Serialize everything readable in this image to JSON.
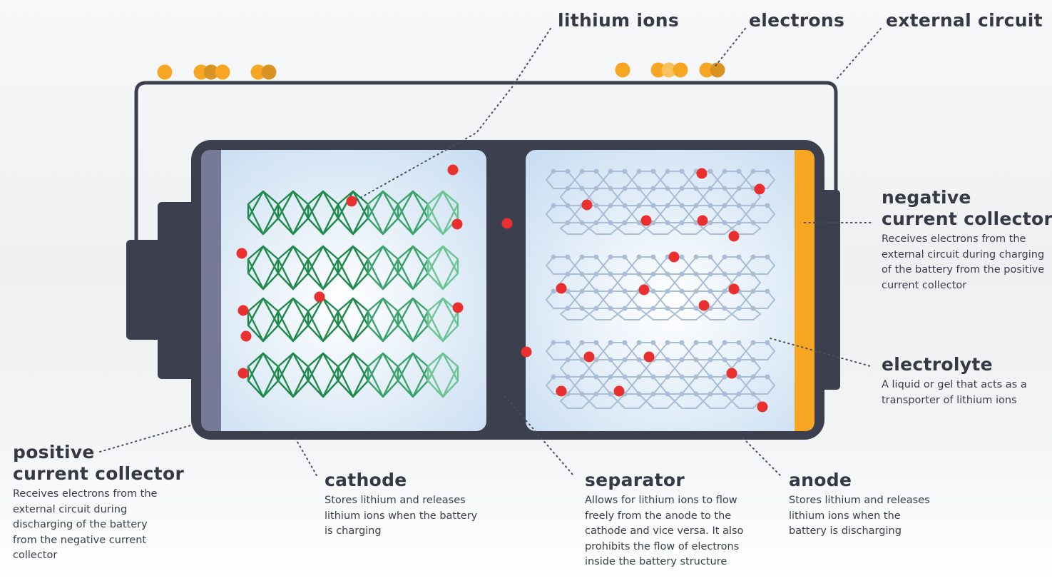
{
  "labels": {
    "lithium_ions": {
      "title": "lithium ions"
    },
    "electrons": {
      "title": "electrons"
    },
    "external_circuit": {
      "title": "external circuit"
    },
    "negative_collector": {
      "title_line1": "negative",
      "title_line2": "current collector",
      "description": "Receives electrons from the external circuit during charging of the battery from the positive current collector"
    },
    "electrolyte": {
      "title": "electrolyte",
      "description": "A liquid or gel that acts as a transporter of lithium ions"
    },
    "positive_collector": {
      "title_line1": "positive",
      "title_line2": "current collector",
      "description": "Receives electrons from the external circuit during discharging of the battery from the negative current collector"
    },
    "cathode": {
      "title": "cathode",
      "description": "Stores lithium and releases lithium ions when the battery is charging"
    },
    "separator": {
      "title": "separator",
      "description": "Allows for lithium ions to flow freely from the anode to the cathode and vice versa. It also prohibits the flow of electrons inside the battery structure"
    },
    "anode": {
      "title": "anode",
      "description": "Stores lithium and releases lithium ions when the battery is discharging"
    }
  },
  "colors": {
    "battery_casing": "#3b3f4e",
    "electrolyte": "#d3e5f5",
    "cathode_structure": "#2e9a63",
    "anode_structure": "#a9bdd6",
    "lithium_ion": "#ea2f2f",
    "electron": "#f6a623",
    "negative_collector": "#f6a623",
    "positive_collector": "#767a96",
    "leader_line": "#4a4e5a"
  }
}
